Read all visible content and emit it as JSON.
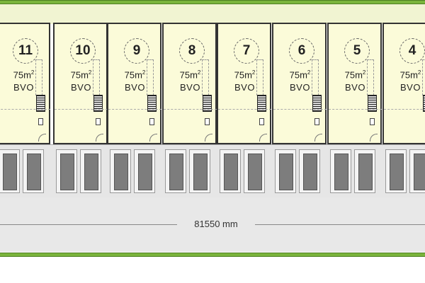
{
  "units": [
    {
      "number": "11",
      "area": "75m",
      "area_sup": "2",
      "type": "BVO"
    },
    {
      "number": "10",
      "area": "75m",
      "area_sup": "2",
      "type": "BVO"
    },
    {
      "number": "9",
      "area": "75m",
      "area_sup": "2",
      "type": "BVO"
    },
    {
      "number": "8",
      "area": "75m",
      "area_sup": "2",
      "type": "BVO"
    },
    {
      "number": "7",
      "area": "75m",
      "area_sup": "2",
      "type": "BVO"
    },
    {
      "number": "6",
      "area": "75m",
      "area_sup": "2",
      "type": "BVO"
    },
    {
      "number": "5",
      "area": "75m",
      "area_sup": "2",
      "type": "BVO"
    },
    {
      "number": "4",
      "area": "75m",
      "area_sup": "2",
      "type": "BVO"
    }
  ],
  "dimension": {
    "label": "81550 mm"
  },
  "parking": {
    "bay_count": 16
  },
  "colors": {
    "unit_fill": "#fbfbd9",
    "hedge": "#7ab43c",
    "car": "#7d7d7d",
    "road": "#e8e8e8"
  }
}
